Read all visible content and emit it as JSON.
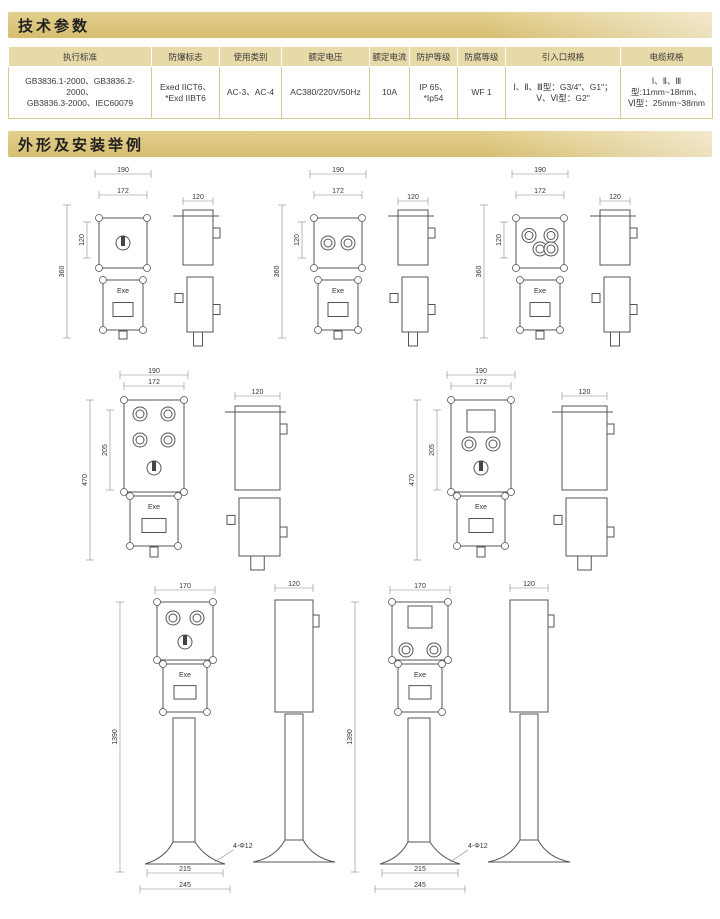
{
  "sections": {
    "tech_params": "技术参数",
    "outline": "外形及安装举例"
  },
  "table": {
    "headers": [
      "执行标准",
      "防爆标志",
      "使用类别",
      "额定电压",
      "额定电流",
      "防护等级",
      "防腐等级",
      "引入口规格",
      "电缆规格"
    ],
    "row": [
      [
        "GB3836.1-2000、GB3836.2-2000、",
        "GB3836.3-2000、IEC60079"
      ],
      [
        "Exed IICT6、",
        "*Exd IIBT6"
      ],
      [
        "AC-3、AC-4"
      ],
      [
        "AC380/220V/50Hz"
      ],
      [
        "10A"
      ],
      [
        "IP 65、",
        "*Ip54"
      ],
      [
        "WF 1"
      ],
      [
        "Ⅰ、Ⅱ、Ⅲ型：G3/4\"、G1\"；",
        "Ⅴ、Ⅵ型：G2\""
      ],
      [
        "Ⅰ、Ⅱ、Ⅲ",
        "型:11mm~18mm、",
        "Ⅵ型：25mm~38mm"
      ]
    ]
  },
  "dims": {
    "w190": "190",
    "w172": "172",
    "d120": "120",
    "h120": "120",
    "h360": "360",
    "h205": "205",
    "h470": "470",
    "w170": "170",
    "h1390": "1390",
    "b215": "215",
    "b245": "245",
    "hole": "4-Φ12",
    "exe": "Exe"
  },
  "colors": {
    "bar": "#d8c077",
    "header": "#e8d9a8",
    "line": "#555555",
    "dim": "#888888"
  }
}
